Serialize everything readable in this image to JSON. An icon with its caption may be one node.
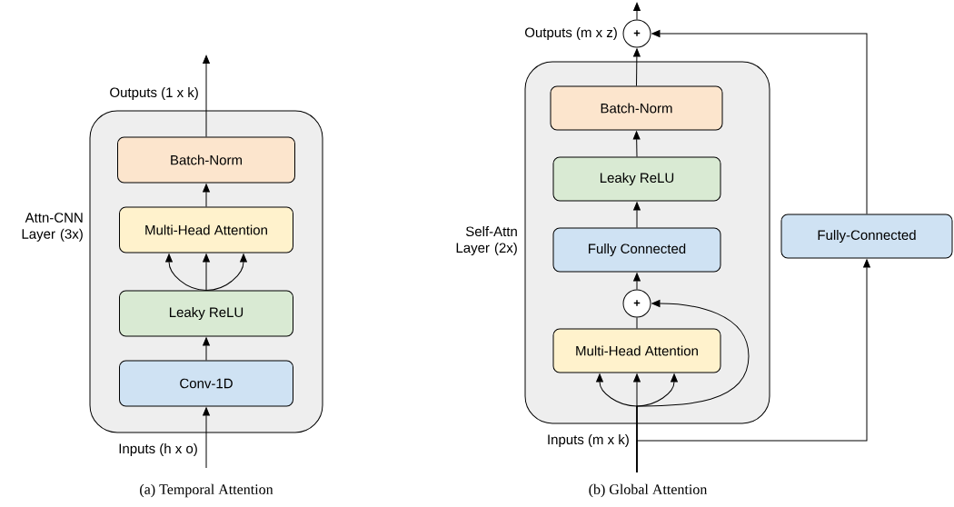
{
  "diagram": {
    "nodes": [
      {
        "text": [
          "Attn-CNN Layer (3x)"
        ]
      },
      {
        "text": [
          "Batch-Norm"
        ],
        "in": 0
      },
      {
        "text": [
          "Multi-Head Attention"
        ],
        "in": 0
      },
      {
        "text": [
          "Leaky ReLU"
        ],
        "in": 0
      },
      {
        "text": [
          "Conv-1D"
        ],
        "in": 0
      },
      {
        "text": [
          "Self-Attn Layer (2x)"
        ]
      },
      {
        "text": [
          "Batch-Norm"
        ],
        "in": 5
      },
      {
        "text": [
          "Leaky ReLU"
        ],
        "in": 5
      },
      {
        "text": [
          "Fully Connected"
        ],
        "in": 5
      },
      {
        "text": [
          "+"
        ],
        "in": 5
      },
      {
        "text": [
          "Multi-Head Attention"
        ],
        "in": 5
      },
      {
        "text": [
          "+"
        ]
      },
      {
        "text": [
          "Fully-Connected"
        ]
      }
    ],
    "edges": [
      {
        "from": 4,
        "to": 3,
        "arrow": "to"
      },
      {
        "from": 3,
        "to": 2,
        "arrow": "to"
      },
      {
        "from": 3,
        "to": 2,
        "arrow": "to"
      },
      {
        "from": 3,
        "to": 2,
        "arrow": "to"
      },
      {
        "from": 2,
        "to": 1,
        "arrow": "to"
      },
      {
        "from": 1,
        "to": null,
        "arrow": "to"
      },
      {
        "from": null,
        "to": 4,
        "arrow": "to"
      },
      {
        "from": 10,
        "to": 9,
        "arrow": "none"
      },
      {
        "from": 9,
        "to": 8,
        "arrow": "to"
      },
      {
        "from": 8,
        "to": 7,
        "arrow": "to"
      },
      {
        "from": 7,
        "to": 6,
        "arrow": "to"
      },
      {
        "from": 6,
        "to": 11,
        "arrow": "to"
      },
      {
        "from": 11,
        "to": null,
        "arrow": "to"
      },
      {
        "from": 12,
        "to": 11,
        "arrow": "to"
      },
      {
        "from": null,
        "to": 10,
        "arrow": "to"
      },
      {
        "from": null,
        "to": 10,
        "arrow": "to"
      },
      {
        "from": null,
        "to": 10,
        "arrow": "to"
      },
      {
        "from": null,
        "to": 9,
        "arrow": "to"
      },
      {
        "from": null,
        "to": 12,
        "arrow": "to"
      }
    ],
    "labels": [
      "Outputs (1 x k)",
      "Inputs (h x o)",
      "Outputs (m x z)",
      "Inputs (m x k)",
      "(a) Temporal Attention",
      "(b) Global Attention"
    ]
  }
}
